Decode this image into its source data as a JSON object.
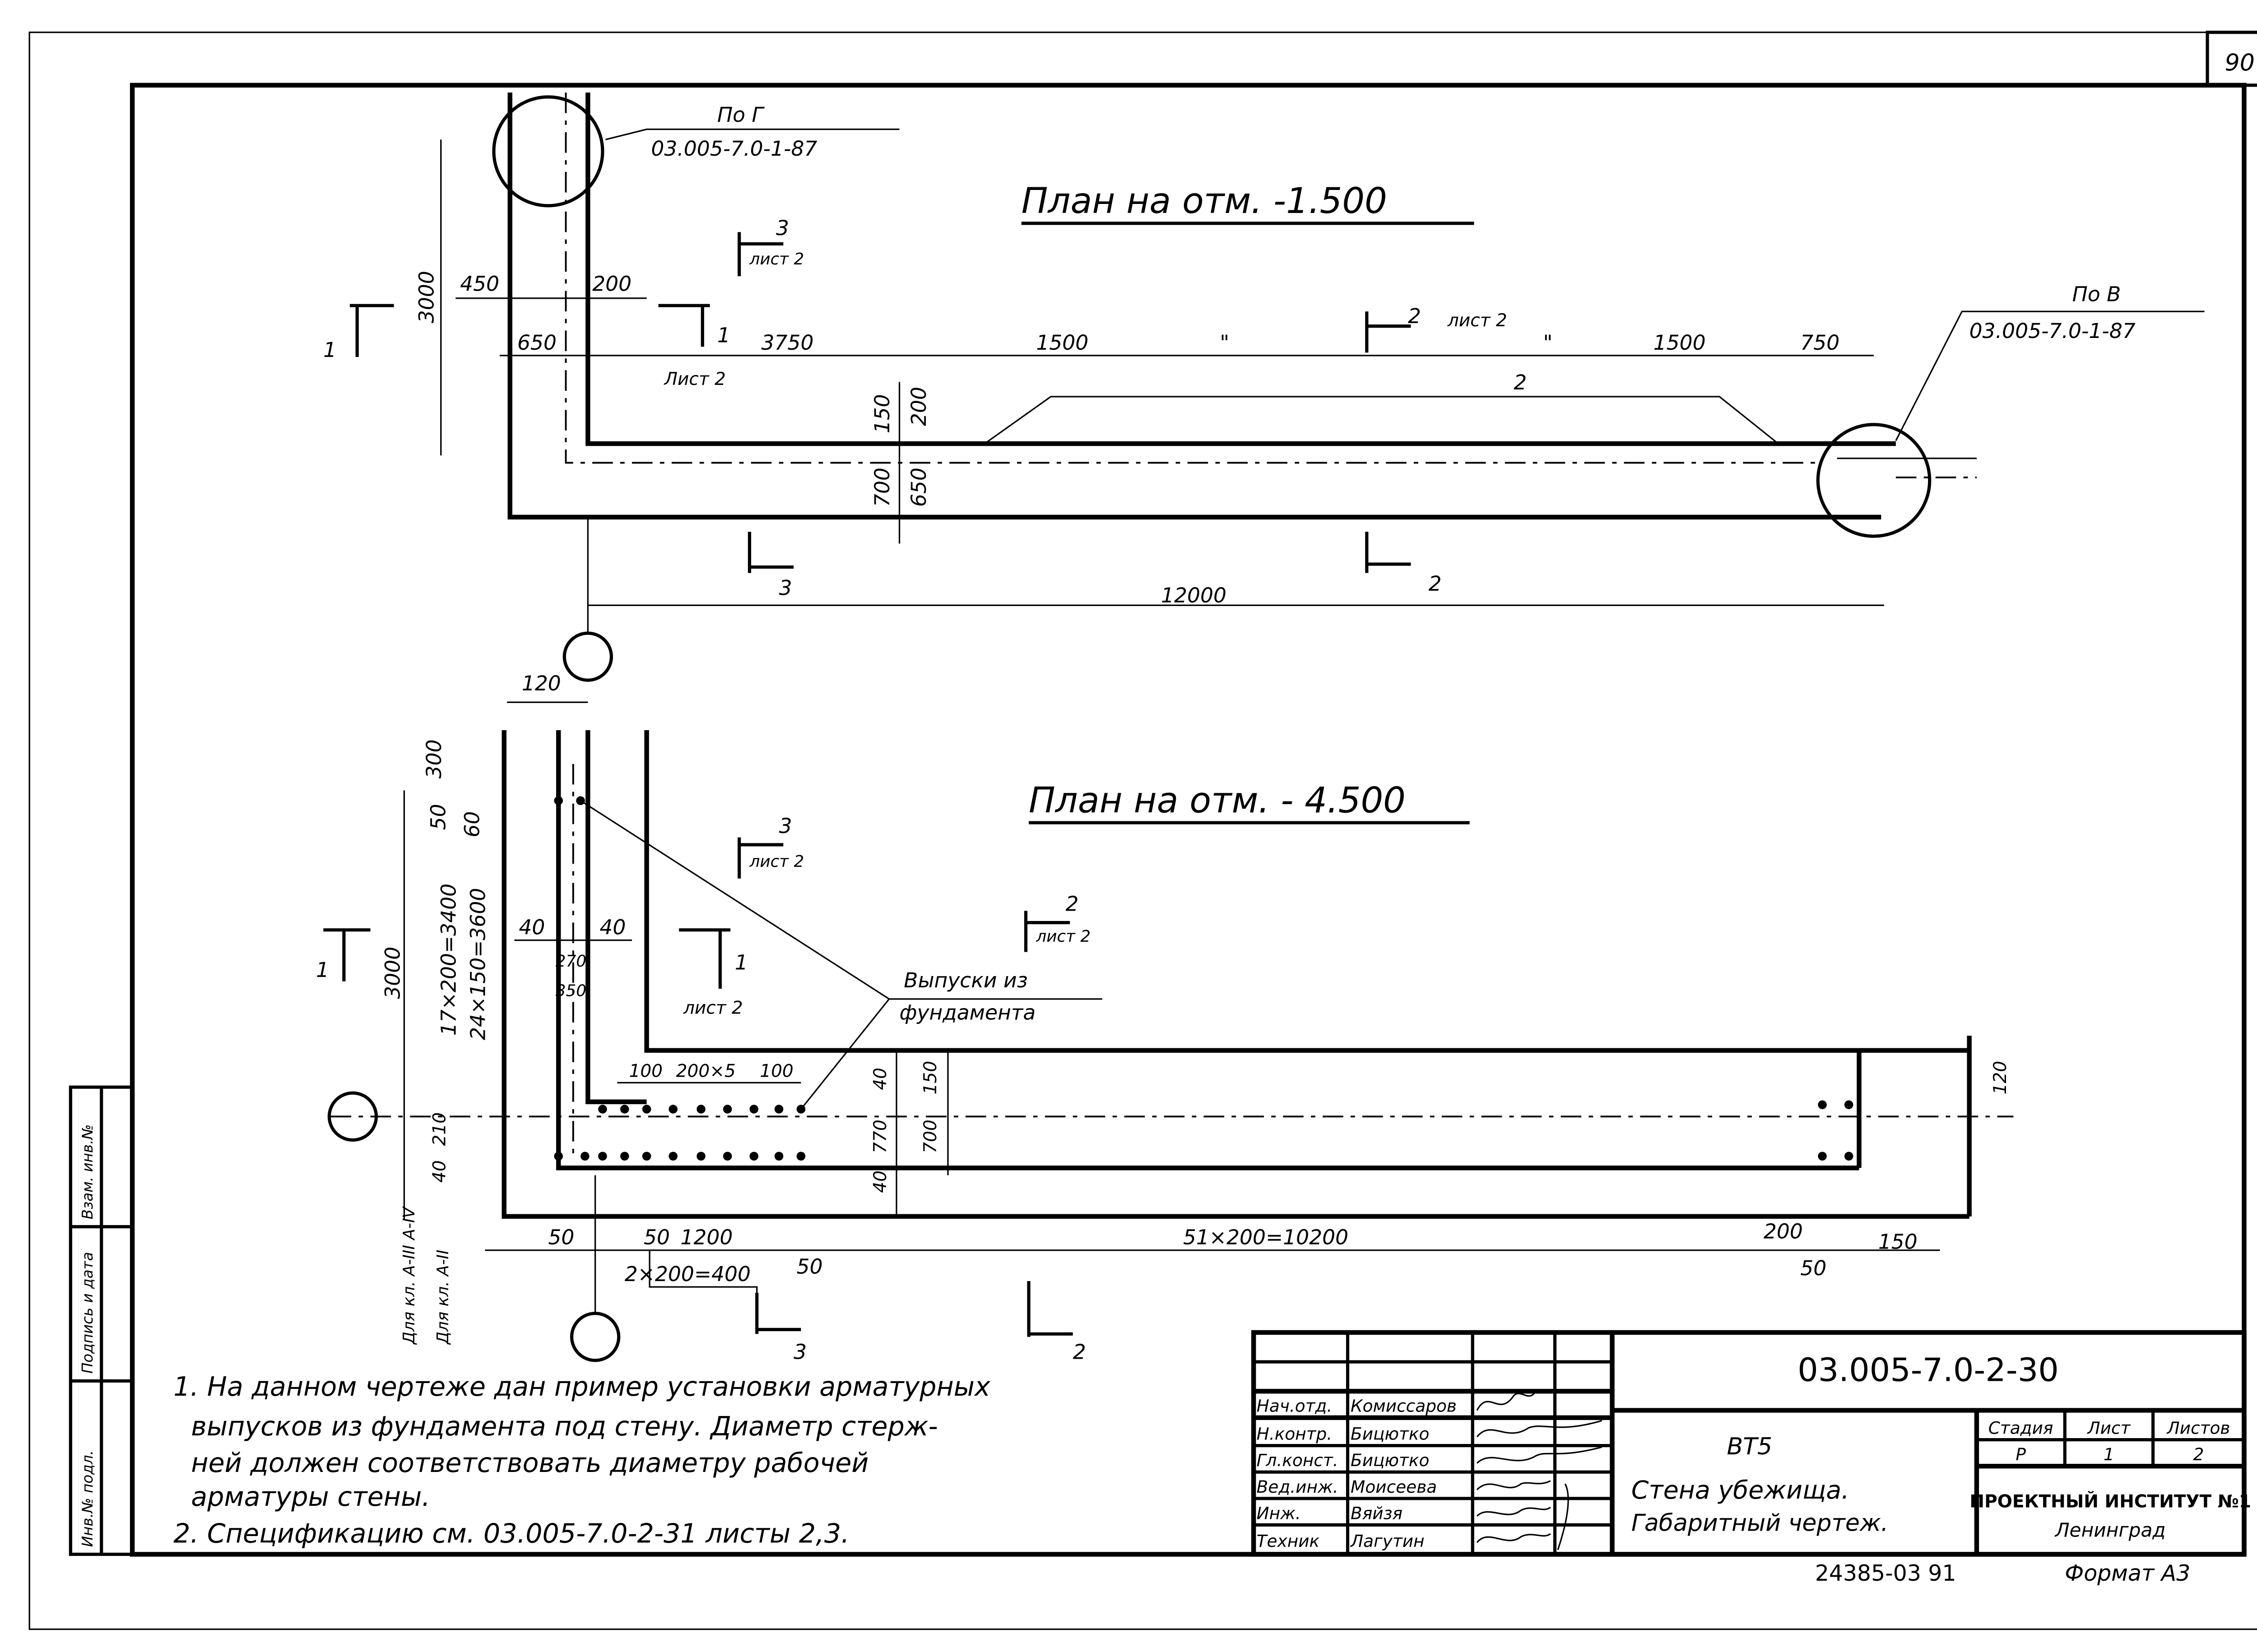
{
  "sheet_number": "90",
  "plan_upper": {
    "title": "План на отм. -1.500",
    "ref_left": "По Г",
    "ref_left_code": "03.005-7.0-1-87",
    "ref_right": "По В",
    "ref_right_code": "03.005-7.0-1-87",
    "dims": [
      "3000",
      "450",
      "200",
      "650",
      "3750",
      "1500",
      "\"",
      "\"",
      "1500",
      "750",
      "150",
      "200",
      "700",
      "650",
      "12000",
      "2"
    ],
    "sections": [
      {
        "num": "3",
        "sheet": "лист 2"
      },
      {
        "num": "1",
        "sheet": ""
      },
      {
        "num": "1",
        "sheet": "Лист 2"
      },
      {
        "num": "2",
        "sheet": "лист 2"
      },
      {
        "num": "3",
        "sheet": ""
      },
      {
        "num": "2",
        "sheet": ""
      }
    ]
  },
  "plan_lower": {
    "title": "План на отм. - 4.500",
    "callout": [
      "Выпуски из",
      "фундамента"
    ],
    "dims": [
      "120",
      "300",
      "50",
      "60",
      "3000",
      "17×200=3400",
      "24×150=3600",
      "40",
      "40",
      "270",
      "350",
      "100",
      "200×5",
      "100",
      "40",
      "150",
      "770",
      "700",
      "40",
      "210",
      "40",
      "120",
      "50",
      "50",
      "1200",
      "51×200=10200",
      "2×200=400",
      "50",
      "200",
      "150",
      "50"
    ],
    "class_labels": [
      "Для кл. А-III А-IV",
      "Для кл. А-II"
    ],
    "sections": [
      {
        "num": "3",
        "sheet": "лист 2"
      },
      {
        "num": "2",
        "sheet": "лист 2"
      },
      {
        "num": "1",
        "sheet": ""
      },
      {
        "num": "1",
        "sheet": "лист 2"
      },
      {
        "num": "3",
        "sheet": ""
      },
      {
        "num": "2",
        "sheet": ""
      }
    ]
  },
  "notes": [
    "1. На данном чертеже дан пример установки арматурных",
    "выпусков из фундамента под стену. Диаметр стерж-",
    "ней должен соответствовать диаметру рабочей",
    "арматуры стены.",
    "2. Спецификацию см. 03.005-7.0-2-31 листы 2,3."
  ],
  "margin_stamp": [
    "Инв.№ подл.",
    "Подпись и дата",
    "Взам. инв.№"
  ],
  "title_block": {
    "code": "03.005-7.0-2-30",
    "series": "ВТ5",
    "name_line1": "Стена убежища.",
    "name_line2": "Габаритный чертеж.",
    "signers": [
      {
        "role": "Нач.отд.",
        "name": "Комиссаров"
      },
      {
        "role": "Н.контр.",
        "name": "Бицютко"
      },
      {
        "role": "Гл.конст.",
        "name": "Бицютко"
      },
      {
        "role": "Вед.инж.",
        "name": "Моисеева"
      },
      {
        "role": "Инж.",
        "name": "Вяйзя"
      },
      {
        "role": "Техник",
        "name": "Лагутин"
      }
    ],
    "stage_label": "Стадия",
    "sheet_label": "Лист",
    "sheets_label": "Листов",
    "stage": "Р",
    "sheet": "1",
    "sheets": "2",
    "org": "ПРОЕКТНЫЙ ИНСТИТУТ №1",
    "city": "Ленинград",
    "inventory": "24385-03 91",
    "format": "Формат А3"
  }
}
